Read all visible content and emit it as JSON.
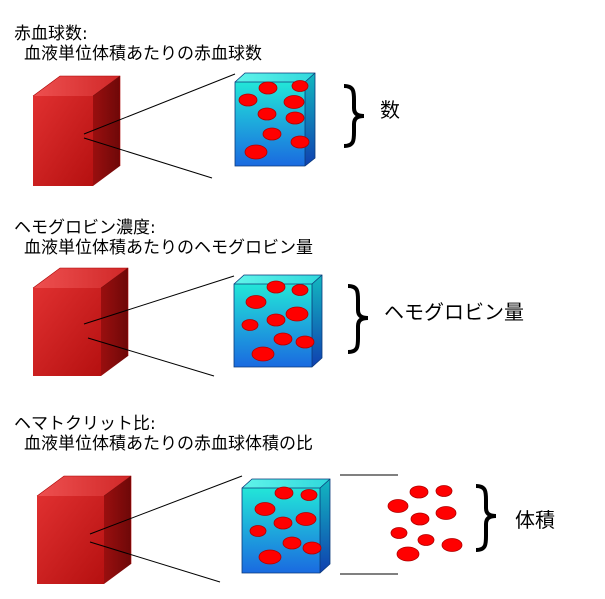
{
  "sections": [
    {
      "title": "赤血球数:",
      "subtitle": "血液単位体積あたりの赤血球数",
      "brace_label": "数"
    },
    {
      "title": "ヘモグロビン濃度:",
      "subtitle": "血液単位体積あたりのヘモグロビン量",
      "brace_label": "ヘモグロビン量"
    },
    {
      "title": "ヘマトクリット比:",
      "subtitle": "血液単位体積あたりの赤血球体積の比",
      "brace_label": "体積"
    }
  ],
  "colors": {
    "blood_cube": "#cc1a1a",
    "blood_cube_dark": "#8f0d0d",
    "volume_cube_top": "#1fe0d8",
    "volume_cube_bottom": "#1e6fe0",
    "red_cell": "#ff0000",
    "red_cell_edge": "#c00000"
  }
}
